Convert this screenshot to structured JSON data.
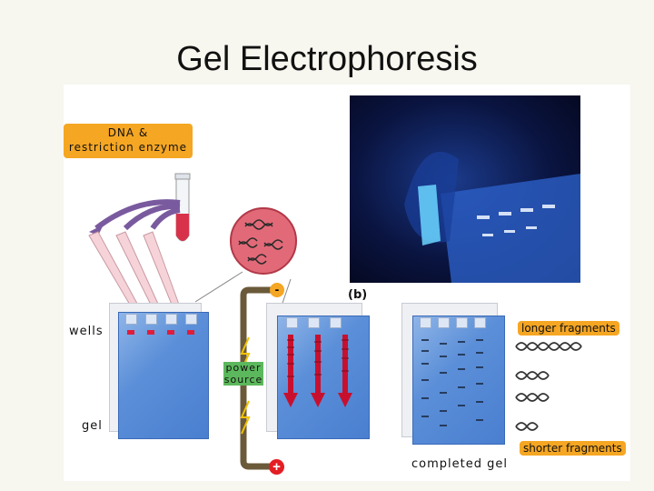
{
  "slide": {
    "title": "Gel Electrophoresis"
  },
  "labels": {
    "dna_line1": "DNA &",
    "dna_line2": "restriction enzyme",
    "wells": "wells",
    "power_line1": "power",
    "power_line2": "source",
    "gel": "gel",
    "longer": "longer fragments",
    "shorter": "shorter fragments",
    "completed": "completed gel",
    "panel_b": "(b)",
    "minus": "-",
    "plus": "+"
  },
  "colors": {
    "label_highlight": "#f5a623",
    "gel_blue": "#4a7fd0",
    "sample_red": "#e01d3a",
    "migration_red": "#c8102e",
    "electrode_minus": "#f5a623",
    "electrode_plus": "#e31e24"
  },
  "icons": [
    "test-tube-icon",
    "pipette-icon",
    "dna-helix-icon",
    "power-cable-icon",
    "lightning-bolt-icon",
    "arrow-down-icon"
  ]
}
